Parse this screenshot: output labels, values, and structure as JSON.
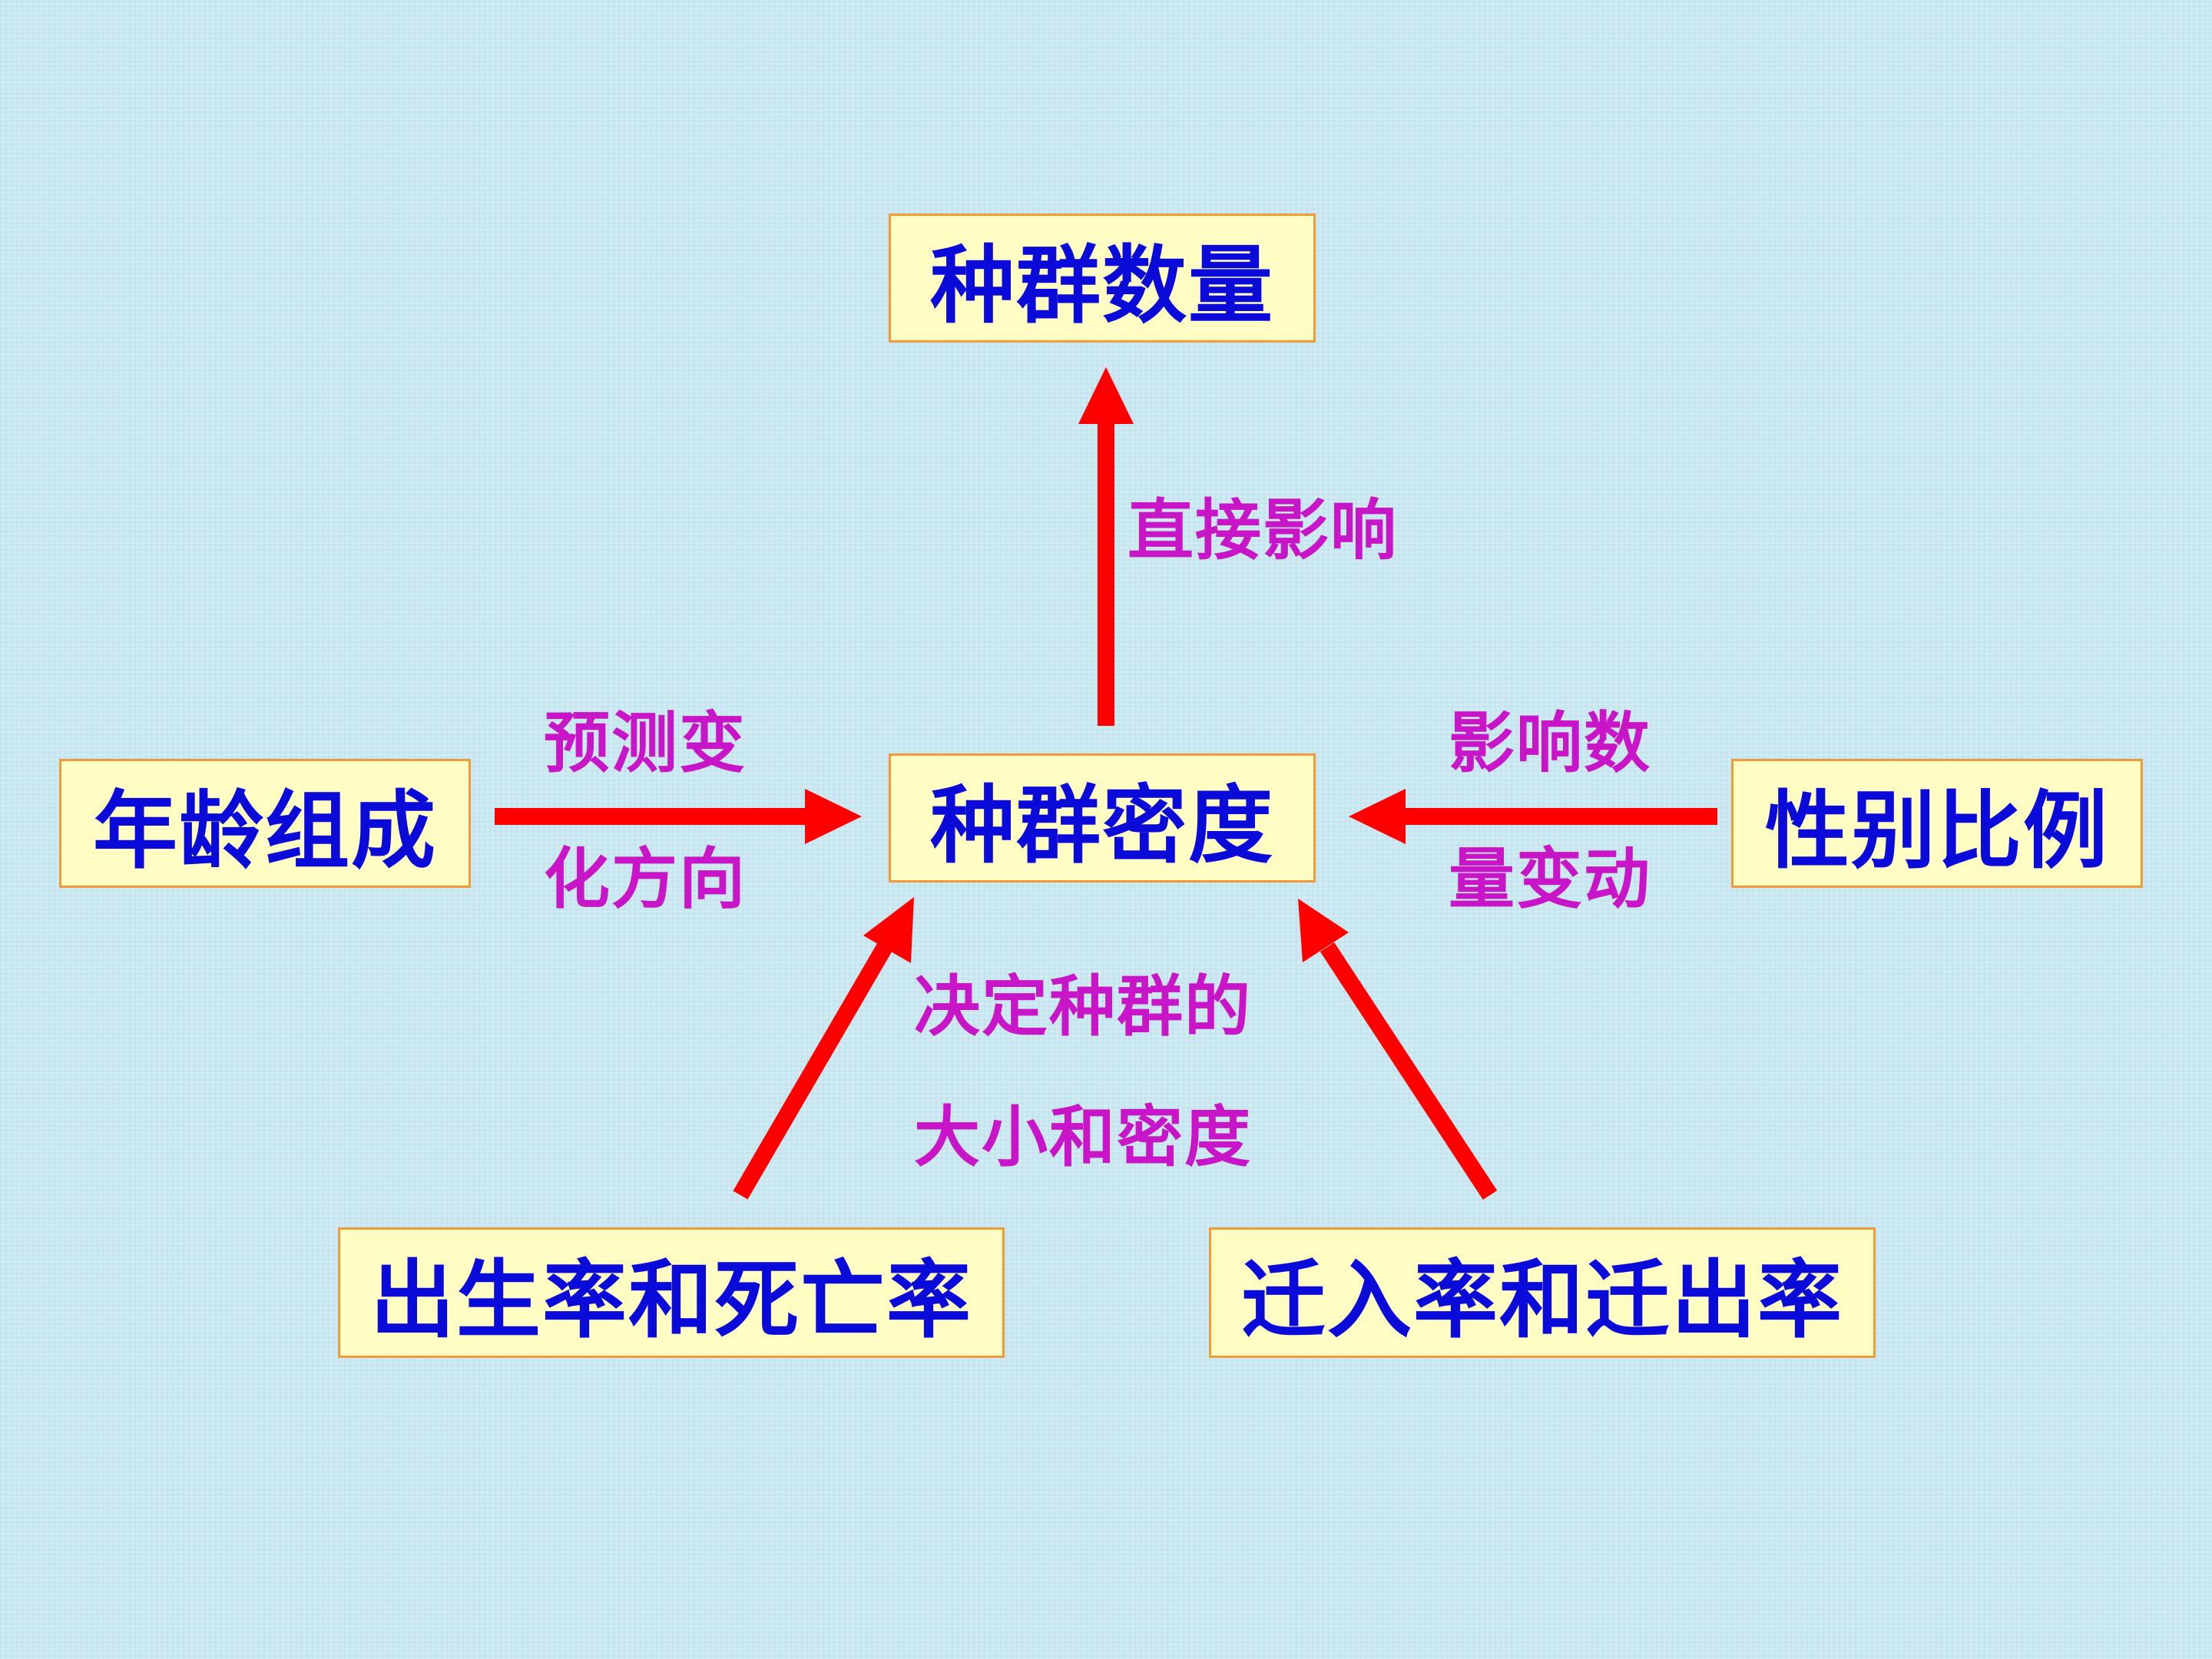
{
  "nodes": {
    "population_size": "种群数量",
    "population_density": "种群密度",
    "age_structure": "年龄组成",
    "sex_ratio": "性别比例",
    "birth_death_rate": "出生率和死亡率",
    "migration_rate": "迁入率和迁出率"
  },
  "edge_labels": {
    "direct_influence": "直接影响",
    "predict_line1": "预测变",
    "predict_line2": "化方向",
    "affect_line1": "影响数",
    "affect_line2": "量变动",
    "determine_line1": "决定种群的",
    "determine_line2": "大小和密度"
  },
  "colors": {
    "box_fill": "#fffcc4",
    "box_border": "#f09a3a",
    "node_text": "#0b0bd9",
    "label_text": "#c815c8",
    "arrow": "#ff0000"
  }
}
